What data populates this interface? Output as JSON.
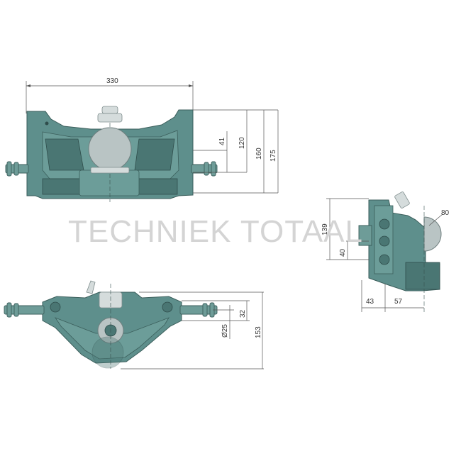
{
  "watermark": "TECHNIEK TOTAAL",
  "colors": {
    "body": "#5e8f8c",
    "ball": "#b9c4c4",
    "dimension_line": "#555555"
  },
  "front_view": {
    "width_label": "330",
    "heights": [
      "41",
      "120",
      "160",
      "175"
    ]
  },
  "side_view": {
    "ball_label": "80",
    "height_labels": [
      "139",
      "40"
    ],
    "depth_labels": [
      "43",
      "57"
    ]
  },
  "bottom_view": {
    "labels": [
      "32",
      "Ø25",
      "153"
    ]
  }
}
